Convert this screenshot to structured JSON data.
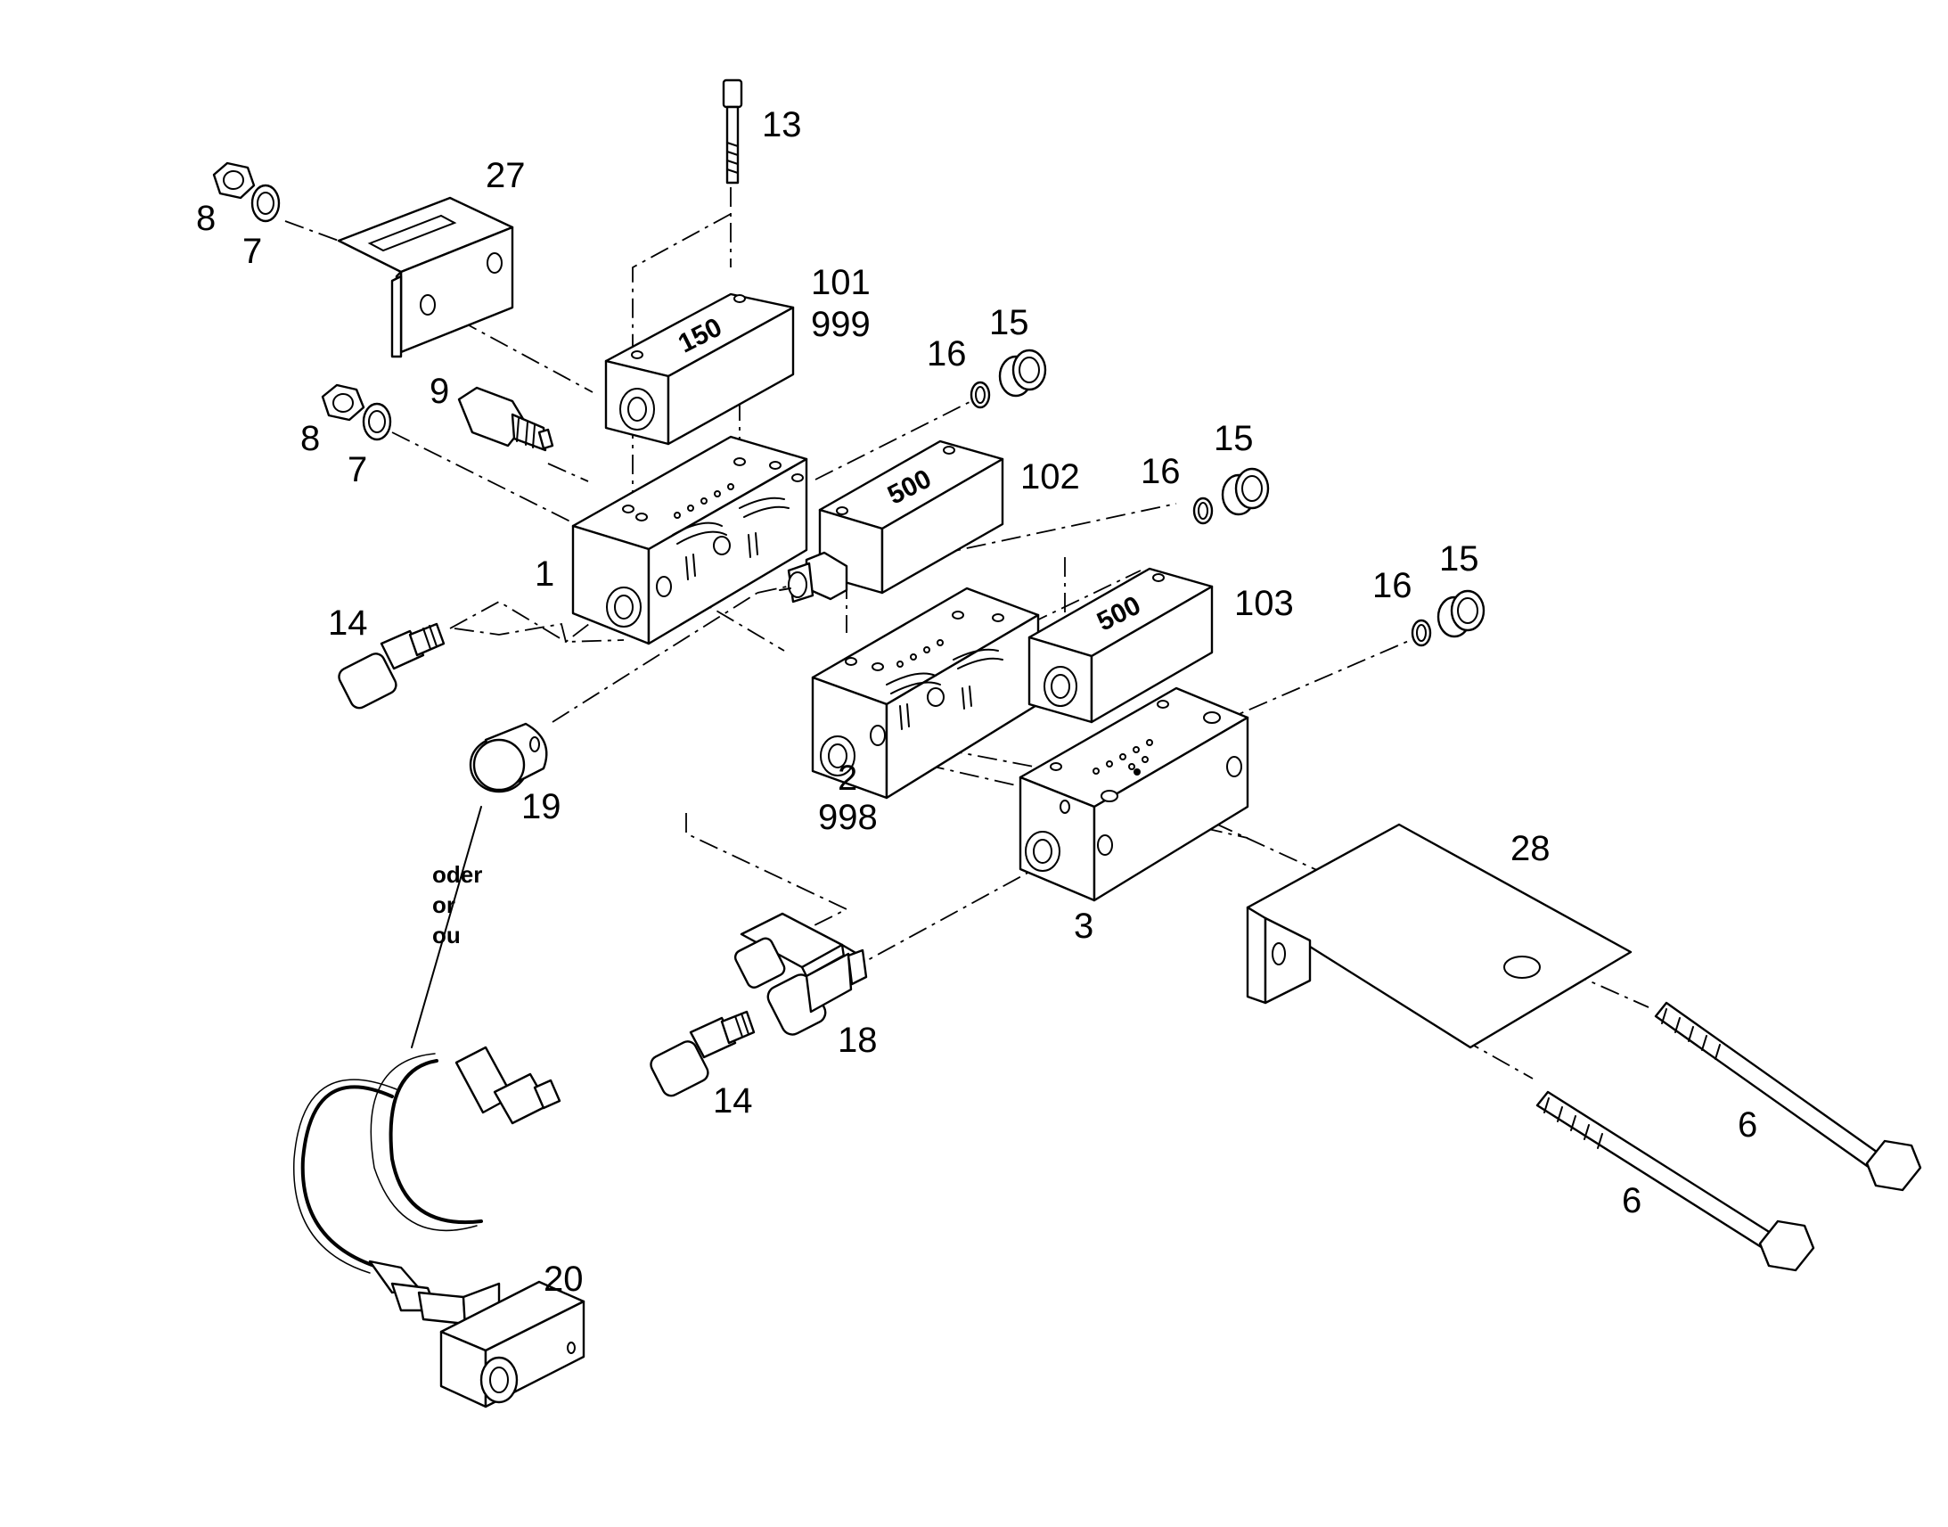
{
  "callouts": {
    "p1": "1",
    "p2": "2",
    "p2b": "998",
    "p3": "3",
    "p6a": "6",
    "p6b": "6",
    "p7a": "7",
    "p7b": "7",
    "p8a": "8",
    "p8b": "8",
    "p9": "9",
    "p13": "13",
    "p14a": "14",
    "p14b": "14",
    "p15a": "15",
    "p15b": "15",
    "p15c": "15",
    "p16a": "16",
    "p16b": "16",
    "p16c": "16",
    "p18": "18",
    "p19": "19",
    "p20": "20",
    "p27": "27",
    "p28": "28",
    "p101": "101",
    "p101b": "999",
    "p102": "102",
    "p103": "103"
  },
  "stamps": {
    "s101": "150",
    "s102": "500",
    "s103": "500"
  },
  "note": {
    "line1": "oder",
    "line2": "or",
    "line3": "ou"
  }
}
